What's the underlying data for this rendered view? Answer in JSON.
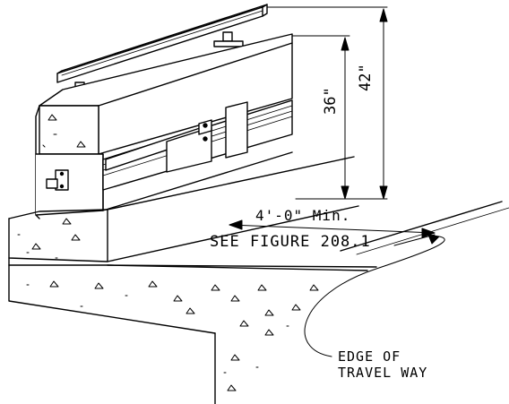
{
  "dimensions": {
    "height_36": "36\"",
    "height_42": "42\"",
    "offset_min": "4'-0\" Min."
  },
  "notes": {
    "see_figure": "SEE FIGURE 208.1",
    "edge_line1": "EDGE OF",
    "edge_line2": "TRAVEL WAY"
  },
  "colors": {
    "line": "#000000",
    "background": "#ffffff"
  }
}
